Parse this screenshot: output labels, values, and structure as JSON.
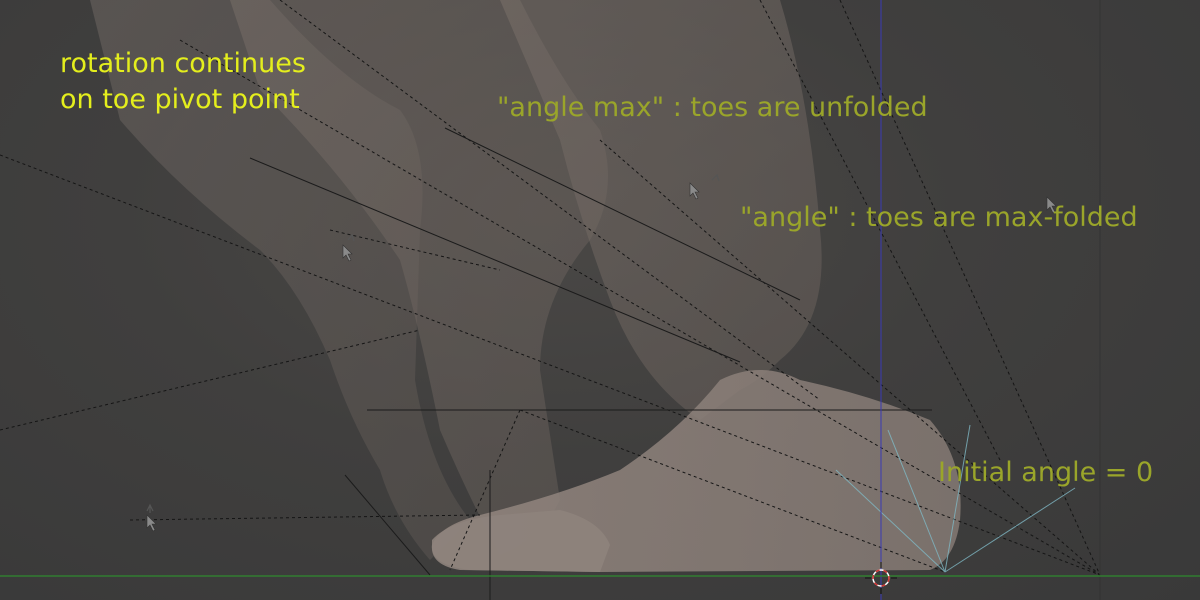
{
  "viewport": {
    "annotations": {
      "rotation_line1": "rotation continues",
      "rotation_line2": "on toe pivot point",
      "angle_max": "\"angle max\" : toes are unfolded",
      "angle": "\"angle\" : toes are max-folded",
      "initial_angle": "Initial angle = 0"
    },
    "colors": {
      "background": "#3d3d3d",
      "highlight_text": "#e4ee1d",
      "annotation_text": "#9aa52a",
      "ground_axis": "#2f8a2f",
      "vertical_axis": "#3a3ab4",
      "bone_lines": "#7fb8c4",
      "skin": "#8b807a"
    },
    "icons": [
      "cursor-icon",
      "bone-handle-icon",
      "3d-cursor-icon"
    ]
  }
}
